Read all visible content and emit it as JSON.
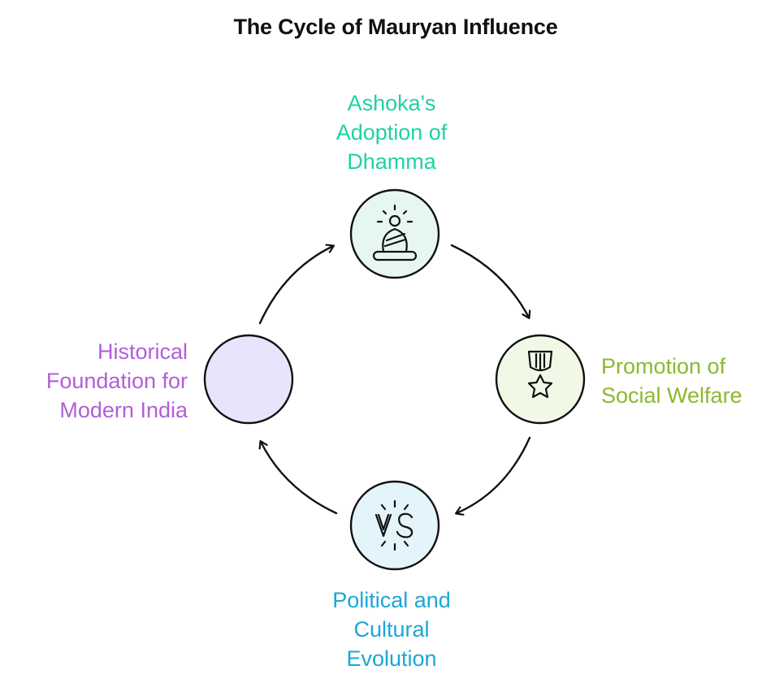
{
  "title": "The Cycle of Mauryan Influence",
  "nodes": [
    {
      "id": "top",
      "lines": [
        "Ashoka's",
        "Adoption of",
        "Dhamma"
      ],
      "icon": "meditating-figure-icon",
      "text_color": "#1fd1a6",
      "fill": "#e6f7f0"
    },
    {
      "id": "right",
      "lines": [
        "Promotion of",
        "Social Welfare"
      ],
      "icon": "medal-star-icon",
      "text_color": "#8cb82f",
      "fill": "#f2f8e6"
    },
    {
      "id": "bottom",
      "lines": [
        "Political and",
        "Cultural",
        "Evolution"
      ],
      "icon": "versus-icon",
      "text_color": "#1aa7d6",
      "fill": "#e3f4fa"
    },
    {
      "id": "left",
      "lines": [
        "Historical",
        "Foundation for",
        "Modern India"
      ],
      "icon": "",
      "text_color": "#b05fd8",
      "fill": "#e9e4fb"
    }
  ]
}
